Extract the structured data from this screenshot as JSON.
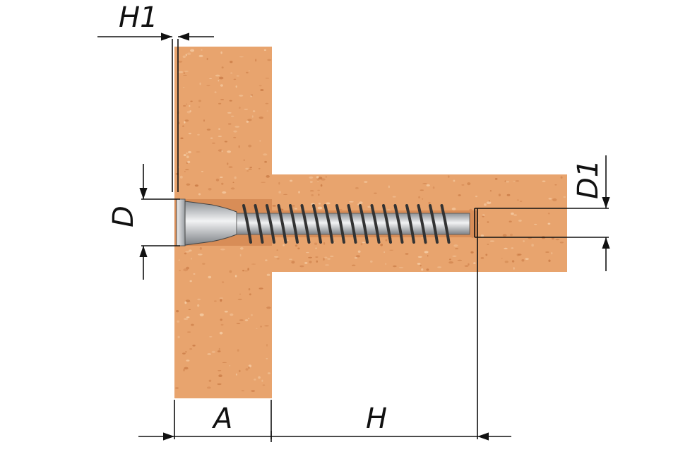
{
  "labels": {
    "h1": "H1",
    "d": "D",
    "d1": "D1",
    "a": "A",
    "h": "H"
  },
  "colors": {
    "board": "#e8a46e",
    "board_speck_light": "#f6cfa8",
    "board_speck_dark": "#c97a45",
    "line": "#111111",
    "screw": "#b9bcc0",
    "thread": "#333333"
  }
}
